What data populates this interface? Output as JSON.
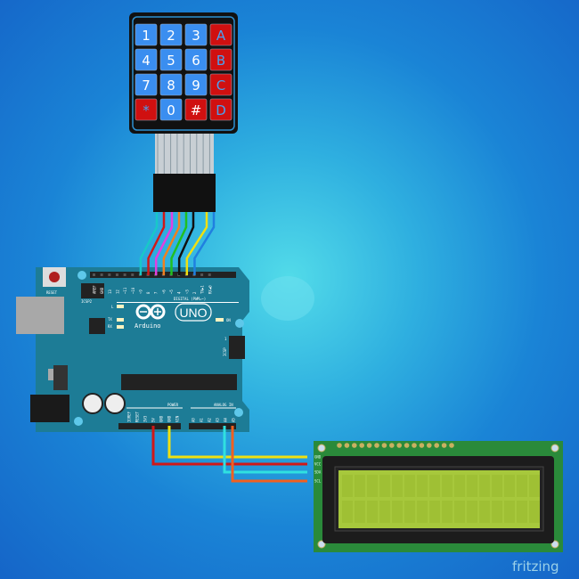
{
  "keypad": {
    "keys": [
      "1",
      "2",
      "3",
      "A",
      "4",
      "5",
      "6",
      "B",
      "7",
      "8",
      "9",
      "C",
      "*",
      "0",
      "#",
      "D"
    ]
  },
  "arduino": {
    "reset_label": "RESET",
    "icsp2_label": "ICSP2",
    "digital_pins": [
      "AREF",
      "GND",
      "13",
      "12",
      "~11",
      "~10",
      "~9",
      "8",
      "7",
      "~6",
      "~5",
      "4",
      "~3",
      "2",
      "TX▶1",
      "RX◀0"
    ],
    "digital_label": "DIGITAL (PWM=~)",
    "led_l": "L",
    "led_tx": "TX",
    "led_rx": "RX",
    "model": "UNO",
    "brand": "Arduino",
    "on_label": "ON",
    "icsp_label": "ICSP",
    "icsp_pin1": "1",
    "power_pins": [
      "IOREF",
      "RESET",
      "3V3",
      "5V",
      "GND",
      "GND",
      "VIN"
    ],
    "power_label": "POWER",
    "analog_pins": [
      "A0",
      "A1",
      "A2",
      "A3",
      "A4",
      "A5"
    ],
    "analog_label": "ANALOG IN"
  },
  "lcd": {
    "pins": [
      "GND",
      "VCC",
      "SDA",
      "SCL"
    ]
  },
  "wire_colors": {
    "keypad": [
      "#18c8c8",
      "#d01818",
      "#e040e0",
      "#f08020",
      "#20c020",
      "#111111",
      "#f0e010",
      "#2080e0"
    ],
    "gnd": "#f0e010",
    "vcc": "#d01818",
    "sda": "#30e0e0",
    "scl": "#f06020"
  },
  "watermark": "fritzing"
}
